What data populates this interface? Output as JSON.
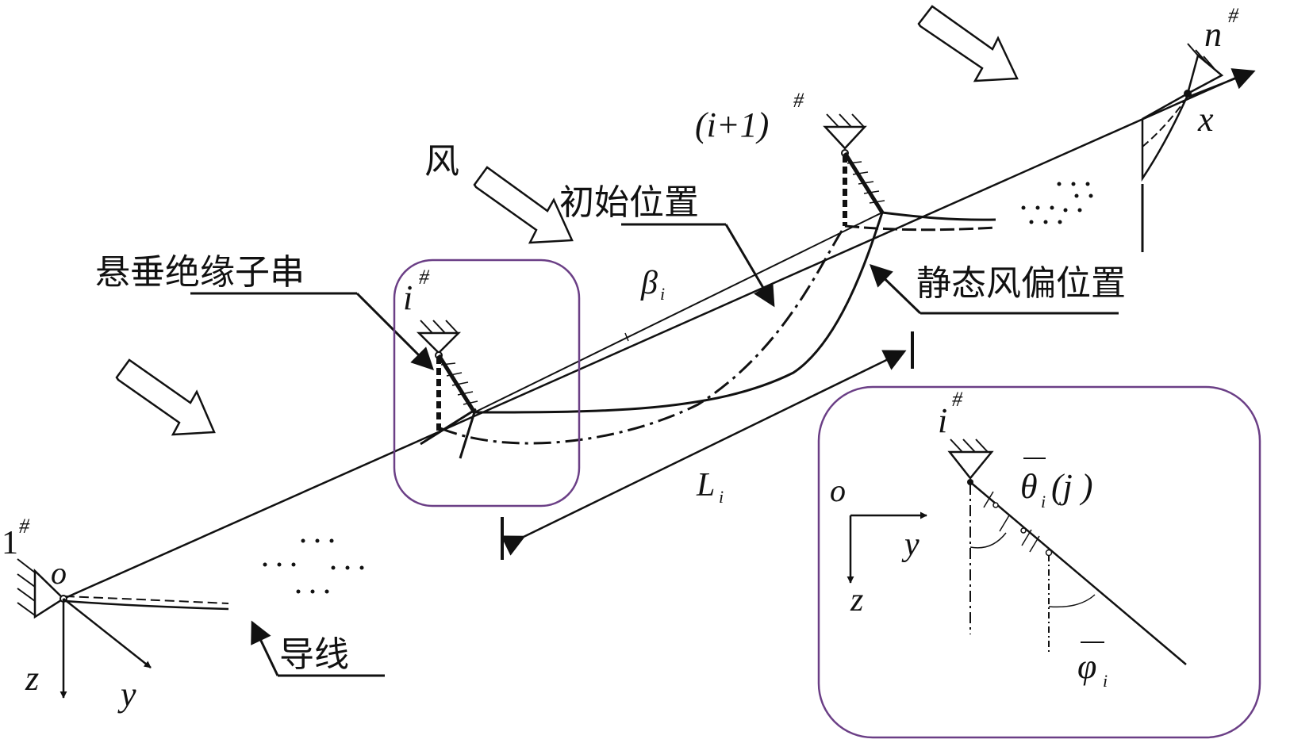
{
  "labels": {
    "wind": "风",
    "initial_position": "初始位置",
    "suspension_insulator": "悬垂绝缘子串",
    "static_windage_position": "静态风偏位置",
    "conductor": "导线"
  },
  "symbols": {
    "tower_1": "1",
    "tower_i": "i",
    "tower_i1": "(i+1)",
    "tower_n": "n",
    "hash": "#",
    "beta": "β",
    "beta_sub": "i",
    "span": "L",
    "span_sub": "i",
    "origin": "o",
    "axis_x": "x",
    "axis_y": "y",
    "axis_z": "z",
    "inset_tower": "i",
    "inset_origin": "o",
    "inset_y": "y",
    "inset_z": "z",
    "theta": "θ",
    "theta_sub": "i",
    "theta_arg": "(j )",
    "phi": "φ",
    "phi_sub": "i"
  },
  "colors": {
    "line": "#111111",
    "inset_border": "#6b3f86"
  }
}
